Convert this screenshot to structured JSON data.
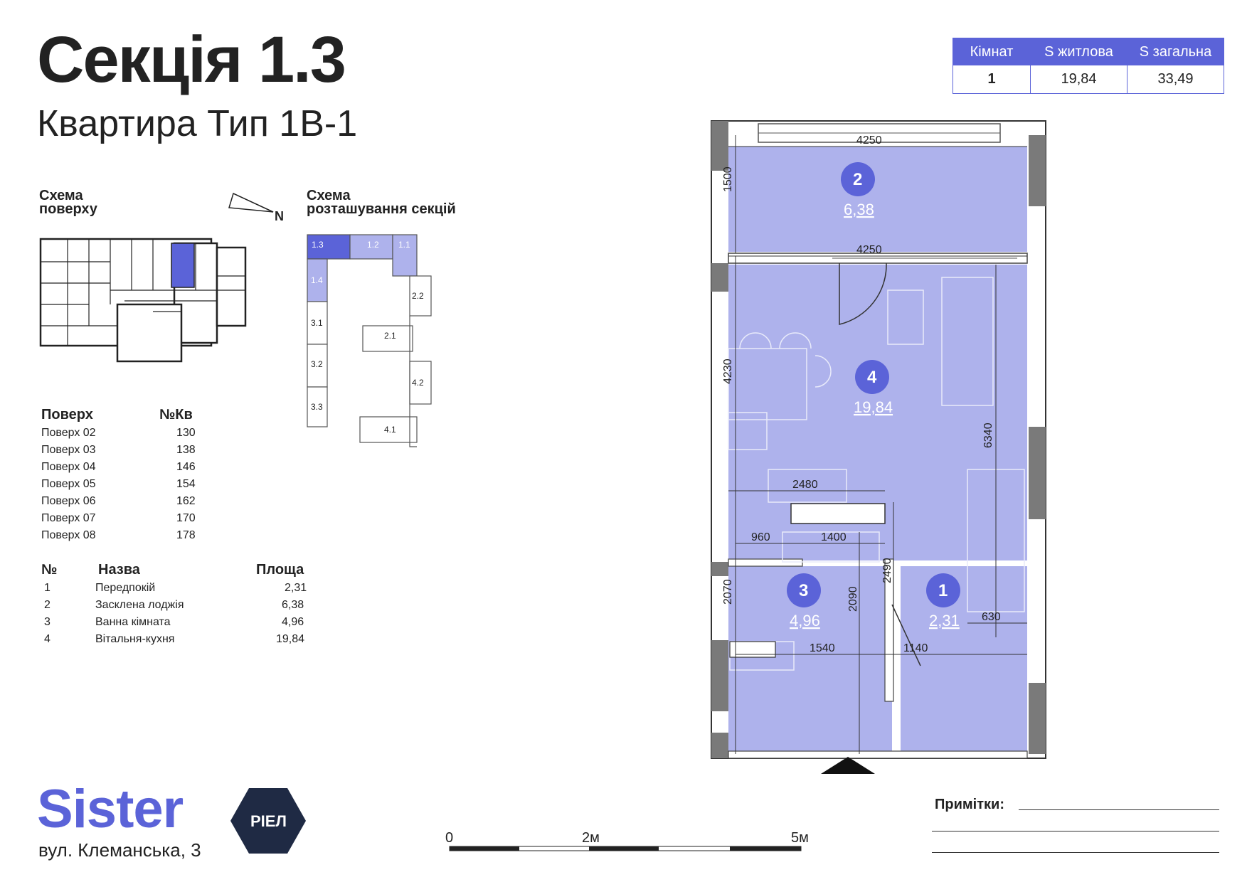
{
  "header": {
    "title": "Секція 1.3",
    "subtitle": "Квартира Тип 1B-1"
  },
  "summary": {
    "headers": [
      "Кімнат",
      "S житлова",
      "S загальна"
    ],
    "values": [
      "1",
      "19,84",
      "33,49"
    ]
  },
  "floor_scheme": {
    "label_line1": "Схема",
    "label_line2": "поверху",
    "north": "N"
  },
  "section_scheme": {
    "label_line1": "Схема",
    "label_line2": "розташування секцій",
    "sections": [
      "1.3",
      "1.2",
      "1.1",
      "1.4",
      "2.2",
      "3.1",
      "2.1",
      "3.2",
      "4.2",
      "3.3",
      "4.1"
    ]
  },
  "floors_table": {
    "col_floor": "Поверх",
    "col_apt": "№Кв",
    "rows": [
      {
        "floor": "Поверх 02",
        "apt": "130"
      },
      {
        "floor": "Поверх 03",
        "apt": "138"
      },
      {
        "floor": "Поверх 04",
        "apt": "146"
      },
      {
        "floor": "Поверх 05",
        "apt": "154"
      },
      {
        "floor": "Поверх 06",
        "apt": "162"
      },
      {
        "floor": "Поверх 07",
        "apt": "170"
      },
      {
        "floor": "Поверх 08",
        "apt": "178"
      }
    ]
  },
  "rooms_table": {
    "col_num": "№",
    "col_name": "Назва",
    "col_area": "Площа",
    "rows": [
      {
        "num": "1",
        "name": "Передпокій",
        "area": "2,31"
      },
      {
        "num": "2",
        "name": "Засклена лоджія",
        "area": "6,38"
      },
      {
        "num": "3",
        "name": "Ванна кімната",
        "area": "4,96"
      },
      {
        "num": "4",
        "name": "Вітальня-кухня",
        "area": "19,84"
      }
    ]
  },
  "plan": {
    "rooms": [
      {
        "num": "2",
        "area": "6,38"
      },
      {
        "num": "4",
        "area": "19,84"
      },
      {
        "num": "3",
        "area": "4,96"
      },
      {
        "num": "1",
        "area": "2,31"
      }
    ],
    "dimensions": [
      "4250",
      "1500",
      "4250",
      "4230",
      "6340",
      "2480",
      "960",
      "1400",
      "2070",
      "2090",
      "2490",
      "1540",
      "1140",
      "630"
    ]
  },
  "scale_bar": {
    "labels": [
      "0",
      "2м",
      "5м"
    ]
  },
  "brand": {
    "logo": "Sister",
    "badge": "РІЕЛ",
    "address": "вул. Клеманська, 3"
  },
  "notes": {
    "label": "Примітки:"
  },
  "colors": {
    "accent": "#5b63d8",
    "room_fill": "#aeb2ec",
    "wall": "#7a7a7a"
  }
}
